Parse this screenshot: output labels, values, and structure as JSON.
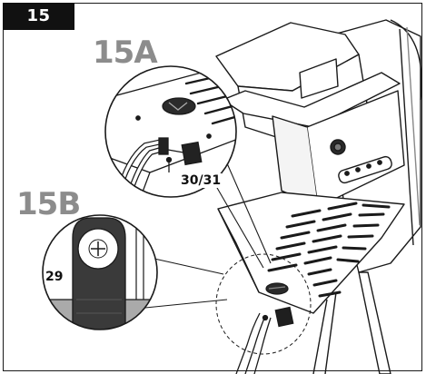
{
  "step": {
    "number": "15"
  },
  "detail_labels": {
    "a": "15A",
    "b": "15B"
  },
  "part_callouts": {
    "a": "30/31",
    "b": "29"
  }
}
